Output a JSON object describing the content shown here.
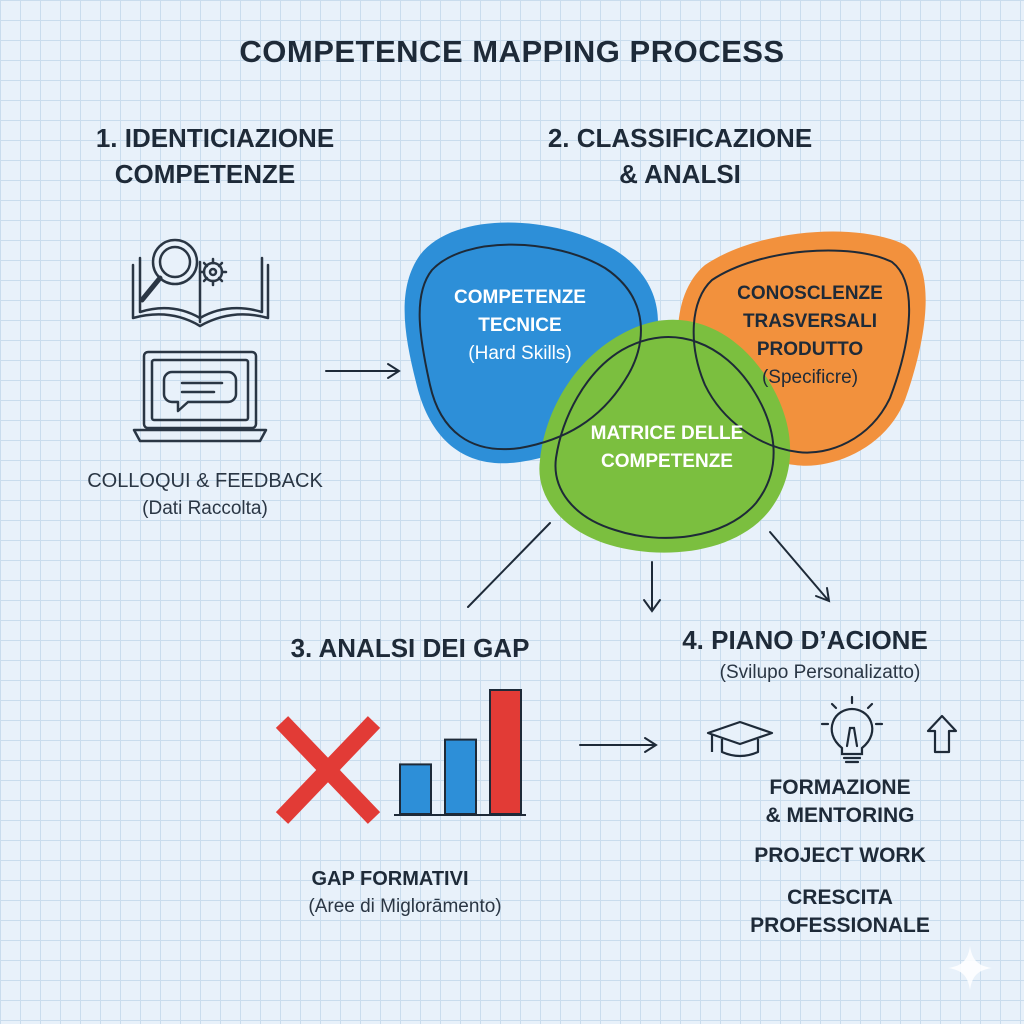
{
  "title": "COMPETENCE MAPPING PROCESS",
  "step1": {
    "heading_line1": "1. IDENTICIAZIONE",
    "heading_line2": "COMPETENZE",
    "caption": "COLLOQUI & FEEDBACK",
    "sub": "(Dati Raccolta)"
  },
  "step2": {
    "heading_line1": "2. CLASSIFICAZIONE",
    "heading_line2": "& ANALSI",
    "blue": {
      "line1": "COMPETENZE",
      "line2": "TECNICE",
      "sub": "(Hard Skills)"
    },
    "orange": {
      "line1": "CONOSCLENZE",
      "line2": "TRASVERSALI",
      "line3": "PRODUTTO",
      "sub": "(Specificre)"
    },
    "green": {
      "line1": "MATRICE DELLE",
      "line2": "COMPETENZE"
    }
  },
  "step3": {
    "heading": "3. ANALSI DEI GAP",
    "caption": "GAP FORMATIVI",
    "sub": "(Aree di Miglorāmento)",
    "bar_values": [
      2,
      3,
      5
    ]
  },
  "step4": {
    "heading": "4. PIANO D’ACIONE",
    "sub": "(Svilupo Personalizatto)",
    "item1_line1": "FORMAZIONE",
    "item1_line2": "& MENTORING",
    "item2": "PROJECT WORK",
    "item3_line1": "CRESCITA",
    "item3_line2": "PROFESSIONALE"
  },
  "icons": [
    "book-search-icon",
    "laptop-chat-icon",
    "red-x-icon",
    "bar-chart-icon",
    "graduation-cap-icon",
    "lightbulb-icon",
    "up-arrow-icon",
    "sparkle-icon"
  ],
  "colors": {
    "blue": "#2d8fd8",
    "orange": "#f2913d",
    "green": "#7bbf3f",
    "red": "#e23b36",
    "ink": "#1e2a38"
  }
}
